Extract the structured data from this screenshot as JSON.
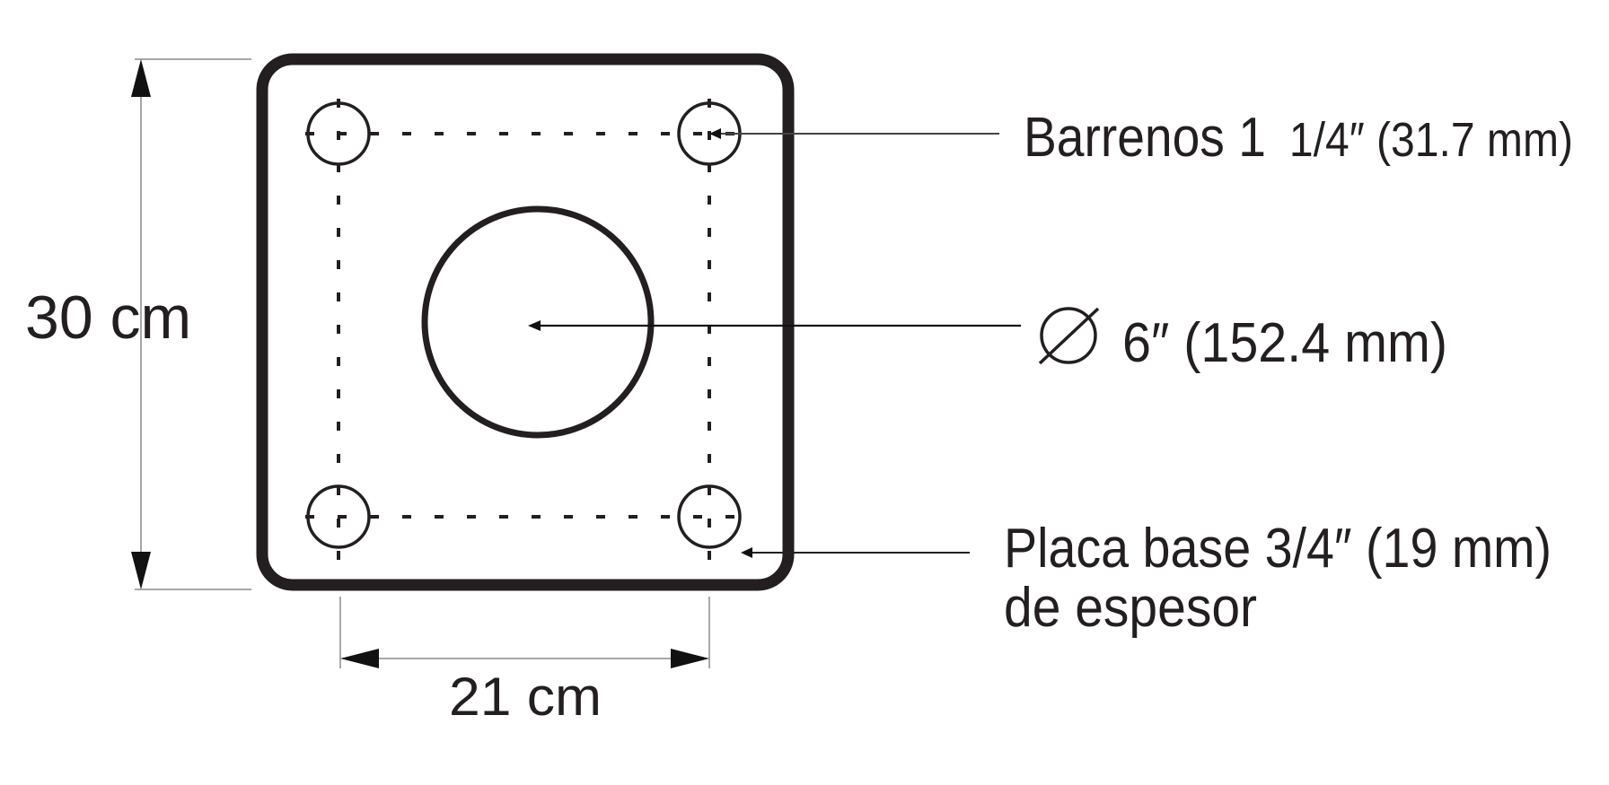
{
  "diagram": {
    "title": "",
    "subject": "Placa base",
    "colors": {
      "ink": "#231f20",
      "dimension_line": "#8a8a8a",
      "background": "#ffffff"
    },
    "dimensions": {
      "height_label": "30 cm",
      "width_label": "21 cm"
    },
    "callouts": [
      {
        "id": "holes",
        "text_main": "Barrenos 1",
        "text_small": "1/4″ (31.7 mm)"
      },
      {
        "id": "center-bore",
        "symbol": "diameter-symbol",
        "text": "6″ (152.4 mm)"
      },
      {
        "id": "plate-thickness",
        "line1": "Placa base 3/4″ (19 mm)",
        "line2": "de espesor"
      }
    ],
    "elements": {
      "plate": "rounded-rectangle",
      "bolt_holes": 4,
      "center_circle": 1,
      "bolt_pattern": "dashed-rectangle"
    }
  }
}
